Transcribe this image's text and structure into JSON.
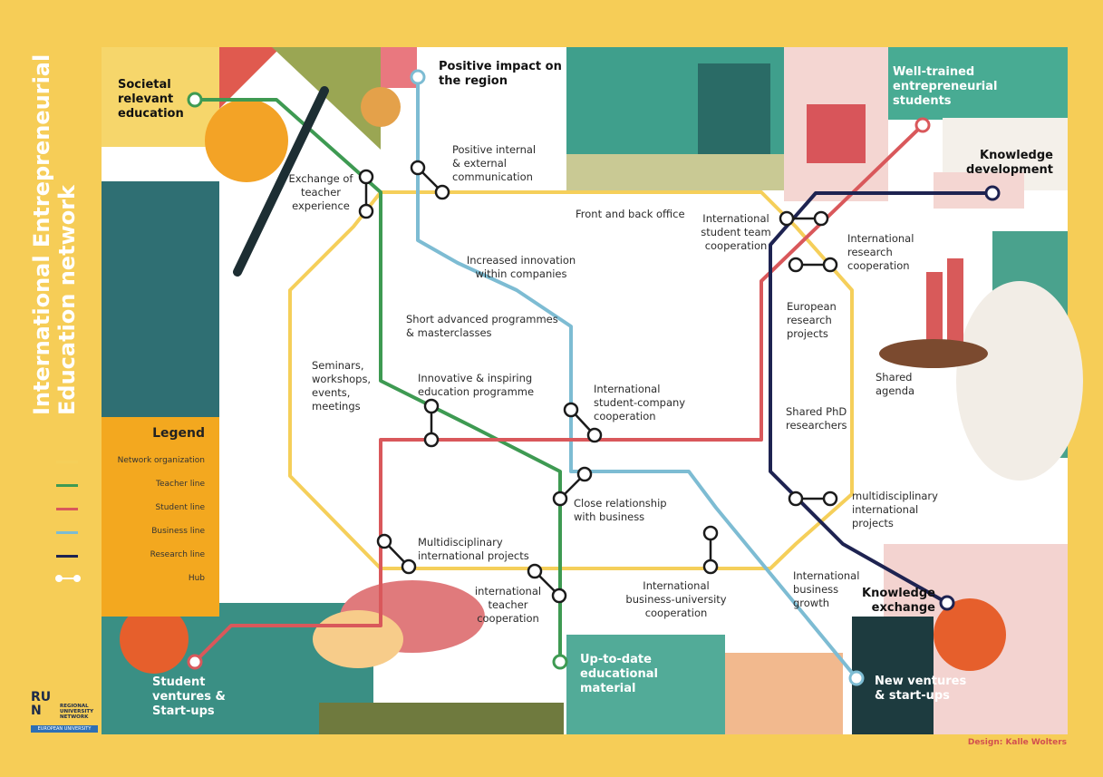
{
  "title": "International Entrepreneurial Education network",
  "legend": {
    "title": "Legend",
    "items": [
      {
        "label": "Network organization",
        "color": "#f5cf5a"
      },
      {
        "label": "Teacher line",
        "color": "#3e9a52"
      },
      {
        "label": "Student line",
        "color": "#d9585b"
      },
      {
        "label": "Business line",
        "color": "#7dbcd3"
      },
      {
        "label": "Research line",
        "color": "#1e2351"
      },
      {
        "label": "Hub",
        "color": "#1b1b1b"
      }
    ]
  },
  "terminals": {
    "societal": "Societal relevant education",
    "positive": "Positive impact on the region",
    "welltrained": "Well-trained entrepreneurial students",
    "knowdev": "Knowledge development",
    "knowex": "Knowledge exchange",
    "newventures": "New ventures & start-ups",
    "uptodate": "Up-to-date educational material",
    "studentventures": "Student ventures & Start-ups"
  },
  "stations": {
    "exchange_teacher": "Exchange of teacher experience",
    "positive_comm": "Positive internal & external communication",
    "front_back": "Front and back office",
    "intl_student_team": "International student team cooperation",
    "intl_research": "International research cooperation",
    "increased_innovation": "Increased innovation within companies",
    "short_adv": "Short advanced programmes & masterclasses",
    "european_research": "European research projects",
    "seminars": "Seminars, workshops, events, meetings",
    "innovative": "Innovative & inspiring education programme",
    "intl_student_company": "International student-company cooperation",
    "shared_agenda": "Shared agenda",
    "shared_phd": "Shared PhD researchers",
    "close_relationship": "Close relationship with business",
    "multi_intl_projects_right": "multidisciplinary international projects",
    "multi_intl_projects_left": "Multidisciplinary international projects",
    "intl_teacher": "international teacher cooperation",
    "intl_business_univ": "International business-university cooperation",
    "intl_business_growth": "International business growth"
  },
  "logo": {
    "letters": "RUN",
    "line1": "REGIONAL",
    "line2": "UNIVERSITY",
    "line3": "NETWORK",
    "subtitle": "EUROPEAN UNIVERSITY"
  },
  "credit": "Design: Kalle Wolters"
}
